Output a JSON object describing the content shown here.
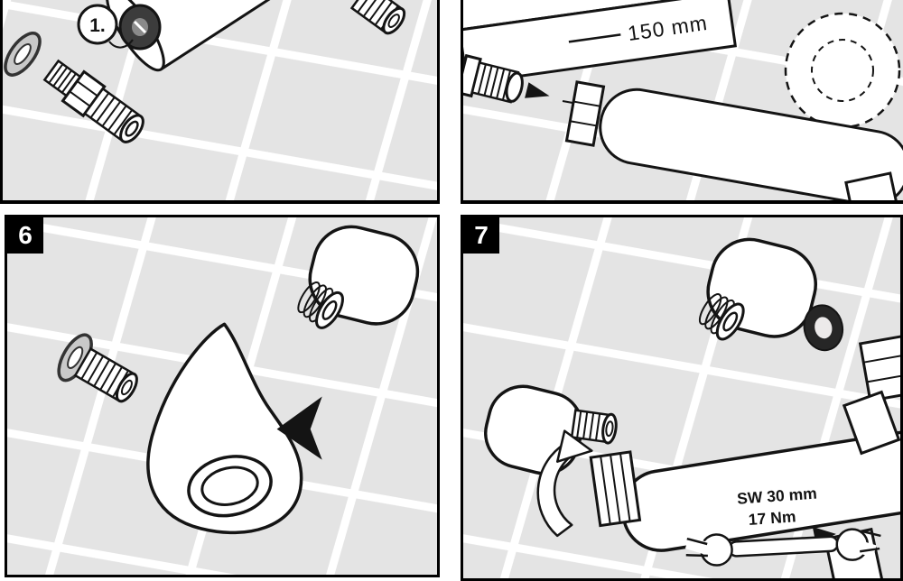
{
  "panels": {
    "top_left": {
      "callout_label": "1."
    },
    "top_right": {
      "dimension_label": "150 mm"
    },
    "step6": {
      "step_number": "6"
    },
    "step7": {
      "step_number": "7",
      "wrench_size_label": "SW 30 mm",
      "torque_label": "17 Nm"
    }
  },
  "colors": {
    "line": "#141414",
    "tile": "#e4e4e4",
    "grout": "#ffffff",
    "metal_gray": "#c9c9c9",
    "dark_cap": "#3c3c3c"
  }
}
